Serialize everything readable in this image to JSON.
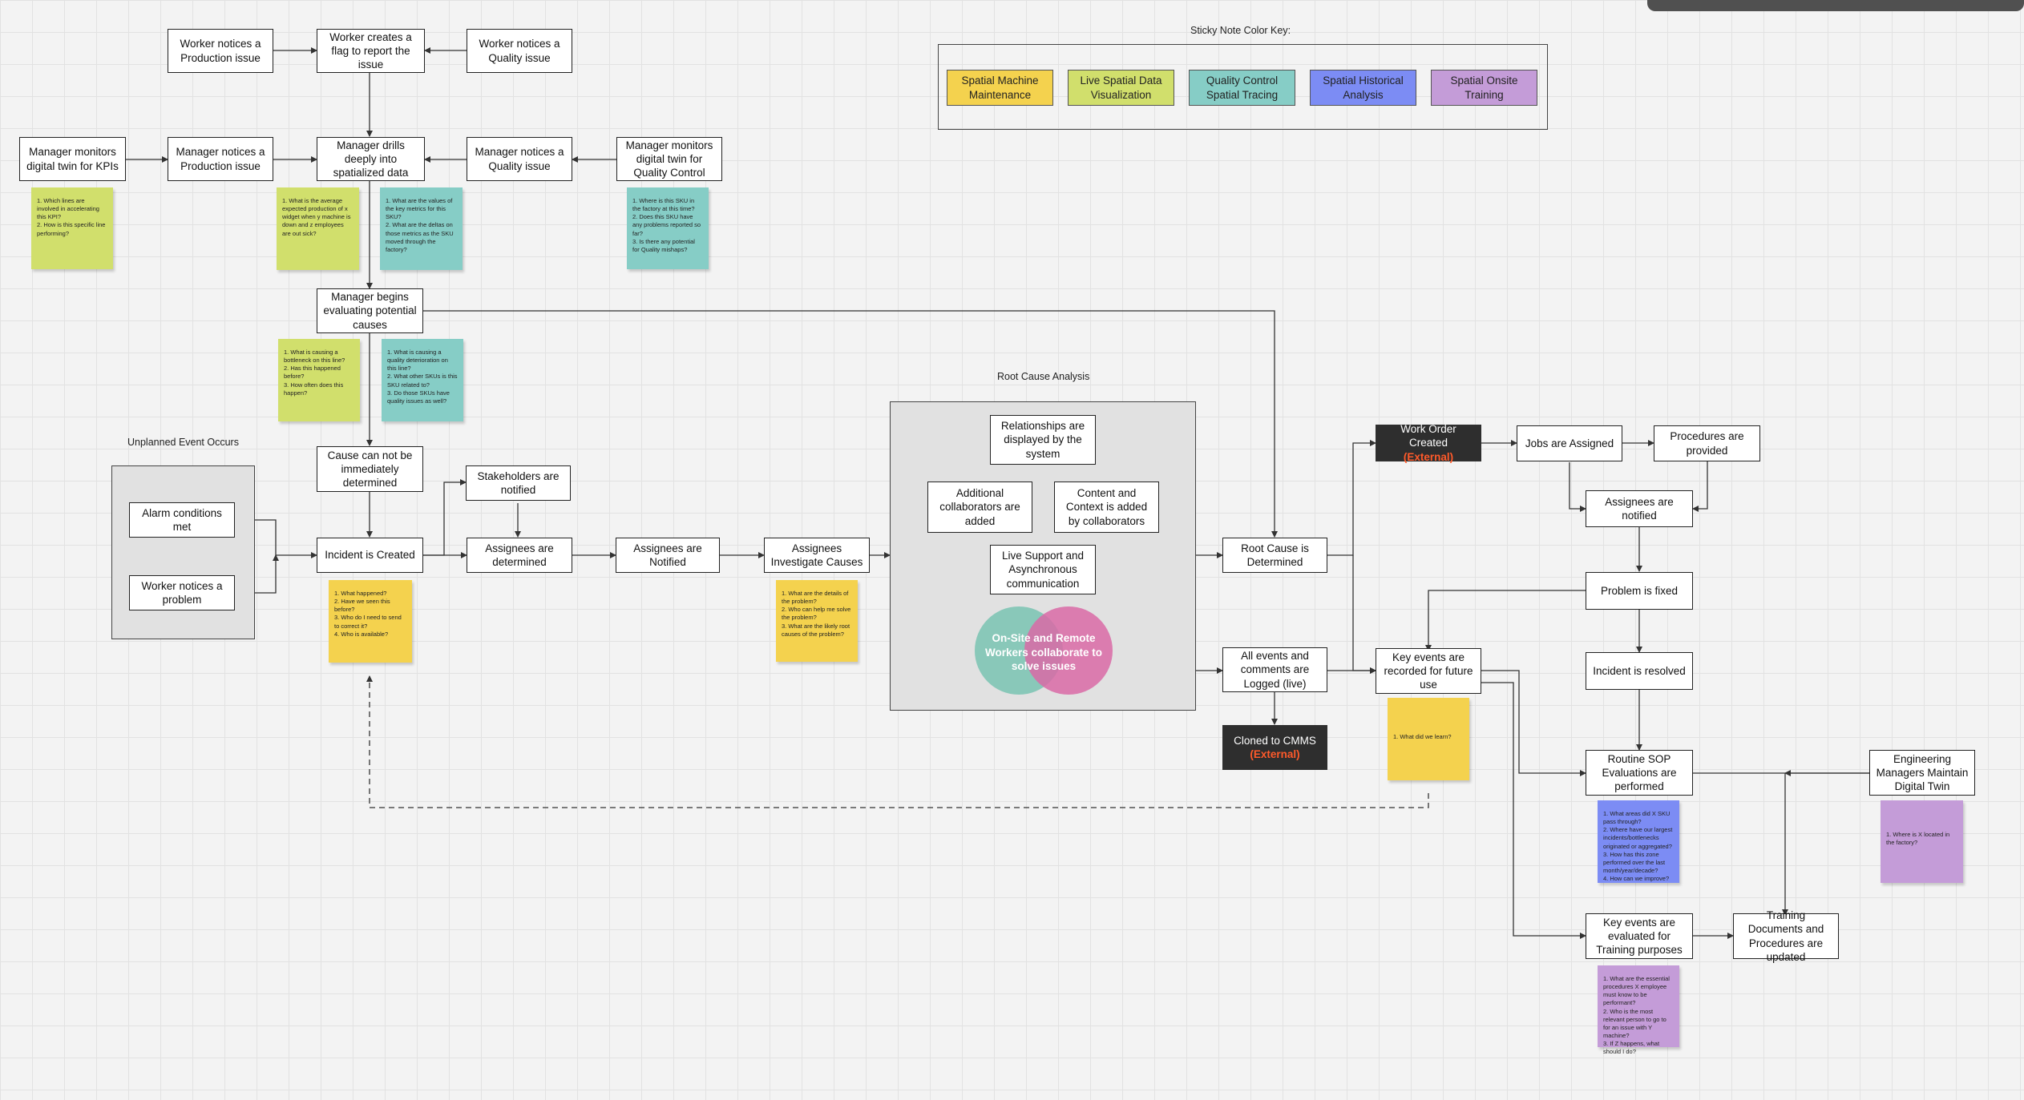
{
  "colors": {
    "yellow": "#f4d24e",
    "lime": "#d1df6c",
    "teal": "#86cdc6",
    "blue": "#7c8cf4",
    "purple": "#c49cd8",
    "dark": "#2e2e2e",
    "external": "#ff5a2a",
    "venn_teal": "#7fc5b5",
    "venn_pink": "#d96aa6"
  },
  "labels": {
    "key_title": "Sticky Note Color Key:",
    "root_cause_title": "Root Cause Analysis",
    "unplanned_title": "Unplanned Event Occurs"
  },
  "key": {
    "items": [
      {
        "label": "Spatial Machine Maintenance"
      },
      {
        "label": "Live Spatial Data Visualization"
      },
      {
        "label": "Quality Control Spatial Tracing"
      },
      {
        "label": "Spatial Historical Analysis"
      },
      {
        "label": "Spatial Onsite Training"
      }
    ]
  },
  "nodes": {
    "worker_prod": "Worker notices a Production issue",
    "worker_flag": "Worker creates a flag to report the issue",
    "worker_quality": "Worker notices a Quality issue",
    "mgr_kpi": "Manager monitors digital twin for KPIs",
    "mgr_prod": "Manager notices a Production issue",
    "mgr_drill": "Manager drills deeply into spatialized data",
    "mgr_quality": "Manager notices a Quality issue",
    "mgr_qc": "Manager monitors digital twin for Quality Control",
    "mgr_eval": "Manager begins evaluating potential causes",
    "cause_not": "Cause can not be immediately determined",
    "alarm": "Alarm conditions met",
    "worker_problem": "Worker notices a problem",
    "incident": "Incident is Created",
    "stakeholders": "Stakeholders are notified",
    "assignees_det": "Assignees are determined",
    "assignees_not": "Assignees are Notified",
    "assignees_inv": "Assignees Investigate Causes",
    "relationships": "Relationships are displayed by the system",
    "additional": "Additional collaborators are added",
    "content": "Content and Context is added by collaborators",
    "live_support": "Live Support and Asynchronous communication",
    "root_cause": "Root Cause is Determined",
    "all_events": "All events and comments are Logged (live)",
    "cmms_title": "Cloned to CMMS",
    "cmms_ext": "(External)",
    "wo_title": "Work Order Created",
    "wo_ext": "(External)",
    "jobs": "Jobs are Assigned",
    "procedures": "Procedures are provided",
    "assignees_notified2": "Assignees are notified",
    "problem_fixed": "Problem is fixed",
    "key_events_rec": "Key events are recorded for future use",
    "incident_resolved": "Incident is resolved",
    "routine_sop": "Routine SOP Evaluations are performed",
    "eng_managers": "Engineering Managers Maintain Digital Twin",
    "key_events_train": "Key events are evaluated for Training purposes",
    "training_docs": "Training Documents and Procedures are updated"
  },
  "venn": {
    "text": "On-Site and Remote Workers collaborate to solve issues"
  },
  "stickies": {
    "s_kpi": "1. Which lines are involved in accelerating this KPI?\n2. How is this specific line performing?",
    "s_drill_lime": "1. What is the average expected production of x widget when y machine is down and z employees are out sick?",
    "s_drill_teal": "1. What are the values of the key metrics for this SKU?\n2. What are the deltas on those metrics as the SKU moved through the factory?",
    "s_qc": "1. Where is this SKU in the factory at this time?\n2. Does this SKU have any problems reported so far?\n3. Is there any potential for Quality mishaps?",
    "s_eval_lime": "1. What is causing a bottleneck on this line?\n2. Has this happened before?\n3. How often does this happen?",
    "s_eval_teal": "1. What is causing a quality deterioration on this line?\n2. What other SKUs is this SKU related to?\n3. Do those SKUs have quality issues as well?",
    "s_incident": "1. What happened?\n2. Have we seen this before?\n3. Who do I need to send to correct it?\n4. Who is available?",
    "s_investigate": "1. What are the details of the problem?\n2. Who can help me solve the problem?\n3. What are the likely root causes of the problem?",
    "s_learn": "1. What did we learn?",
    "s_sop": "1. What areas did X SKU pass through?\n2. Where have our largest incidents/bottlenecks originated or aggregated?\n3. How has this zone performed over the last month/year/decade?\n4. How can we improve?",
    "s_eng": "1. Where is X located in the factory?",
    "s_train": "1. What are the essential procedures X employee must know to be performant?\n2. Who is the most relevant person to go to for an issue with Y machine?\n3. If Z happens, what should I do?"
  }
}
